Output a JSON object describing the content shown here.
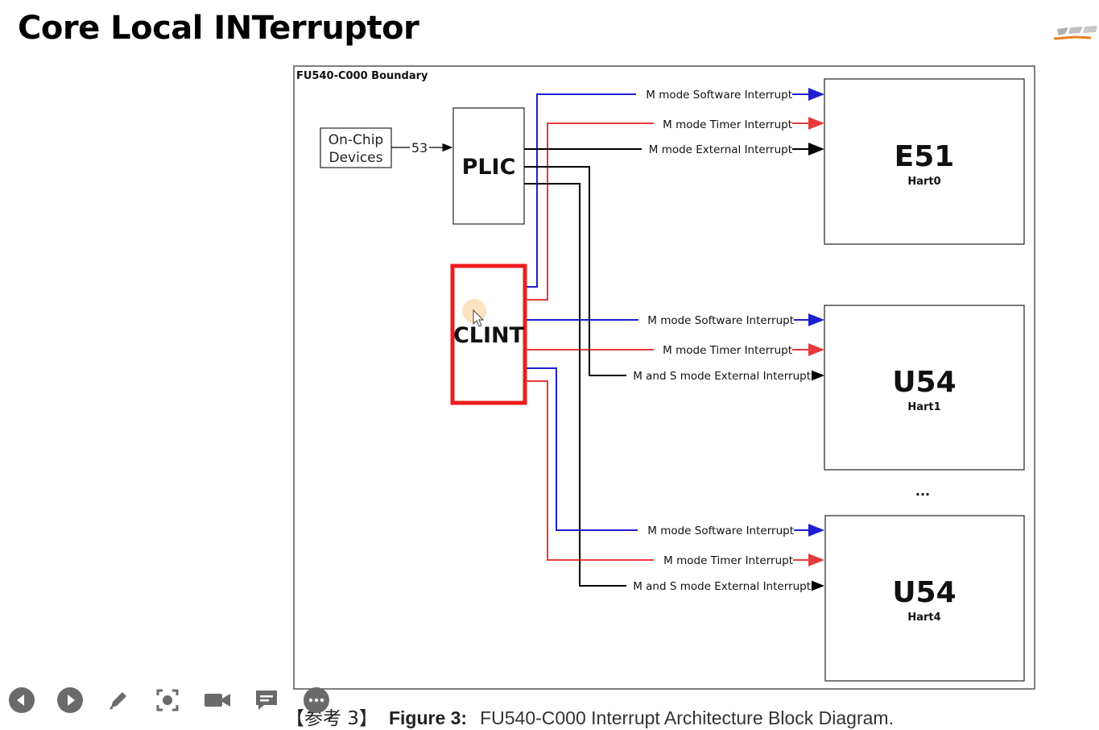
{
  "slide": {
    "title": "Core Local INTerruptor"
  },
  "diagram": {
    "boundary_label": "FU540-C000 Boundary",
    "onchip_label_line1": "On-Chip",
    "onchip_label_line2": "Devices",
    "onchip_link_label": "53",
    "plic_label": "PLIC",
    "clint_label": "CLINT",
    "harts": [
      {
        "name": "E51",
        "sub": "Hart0"
      },
      {
        "name": "U54",
        "sub": "Hart1"
      },
      {
        "name": "U54",
        "sub": "Hart4"
      }
    ],
    "ellipsis": "...",
    "signals": {
      "sw": "M mode Software Interrupt",
      "timer": "M mode Timer Interrupt",
      "ext0": "M mode External Interrupt",
      "ext_ms": "M and S mode External Interrupt"
    },
    "colors": {
      "software": "#1f1fd0",
      "timer": "#e83a3a",
      "external": "#000000",
      "highlight": "#ee1c1c"
    }
  },
  "caption": {
    "ref": "【参考 3】",
    "figure": "Figure 3:",
    "text": "FU540-C000 Interrupt Architecture Block Diagram."
  },
  "toolbar": {
    "icons": [
      "prev-icon",
      "next-icon",
      "pen-icon",
      "screenshot-icon",
      "camera-icon",
      "comment-icon",
      "more-icon"
    ]
  }
}
